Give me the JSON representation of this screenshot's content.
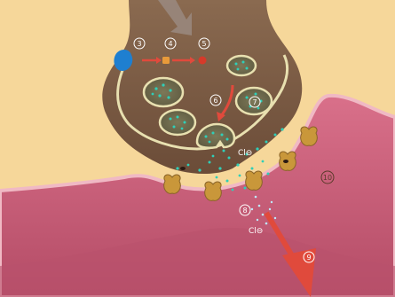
{
  "diagram": {
    "markers": {
      "m3": "3",
      "m4": "4",
      "m5": "5",
      "m6": "6",
      "m7": "7",
      "m8": "8",
      "m9": "9",
      "m10": "10"
    },
    "ion_labels": {
      "upper": "Cl⊖",
      "lower": "Cl⊖"
    }
  },
  "colors": {
    "background": "#f6d79a",
    "terminal": "#7f6048",
    "membrane": "#e8e0b0",
    "postsynaptic": "#c85a73",
    "vesicle_fill": "#6e6b4e",
    "transmitter": "#2fcfb8",
    "receptor": "#c9973a",
    "arrow": "#e04a3c",
    "channel_protein": "#1e7fd0"
  }
}
